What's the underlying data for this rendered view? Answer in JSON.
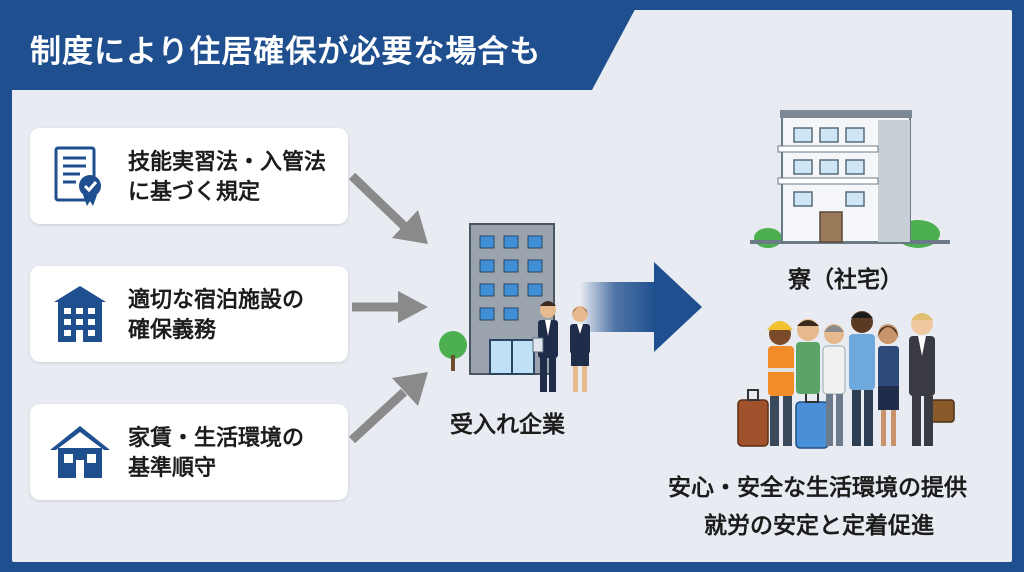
{
  "title": "制度により住居確保が必要な場合も",
  "requirements": [
    {
      "line1": "技能実習法・入管法",
      "line2": "に基づく規定",
      "icon": "certificate-document-icon"
    },
    {
      "line1": "適切な宿泊施設の",
      "line2": "確保義務",
      "icon": "building-icon"
    },
    {
      "line1": "家賃・生活環境の",
      "line2": "基準順守",
      "icon": "house-icon"
    }
  ],
  "company": {
    "label": "受入れ企業",
    "icon": "office-building-with-staff-icon"
  },
  "dormitory": {
    "label": "寮（社宅）",
    "icon": "apartment-building-icon"
  },
  "workers": {
    "icon": "diverse-workers-group-icon"
  },
  "benefits": {
    "line1": "安心・安全な生活環境の提供",
    "line2": "就労の安定と定着促進"
  },
  "colors": {
    "navy": "#1f4f8f",
    "panel": "#e8ecf2",
    "arrow_gray": "#8a8a8a",
    "icon_blue": "#1f4f8f"
  }
}
